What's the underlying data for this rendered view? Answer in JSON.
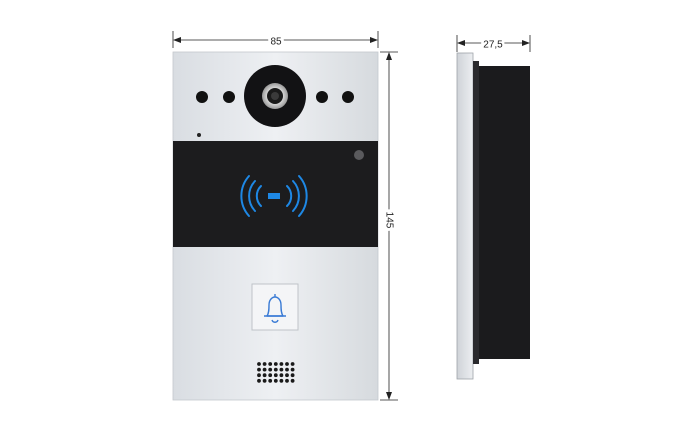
{
  "dimensions": {
    "width": "85",
    "height": "145",
    "depth": "27,5"
  },
  "colors": {
    "panel_metal": "#e3e6ea",
    "panel_dark": "#1c1c1e",
    "rfid_blue": "#1e88e5",
    "bell_blue": "#3a7bd5",
    "dim_line": "#222222"
  },
  "icons": {
    "camera": "camera-lens-icon",
    "rfid": "rfid-signal-icon",
    "bell": "bell-icon",
    "speaker": "speaker-grille-icon"
  }
}
